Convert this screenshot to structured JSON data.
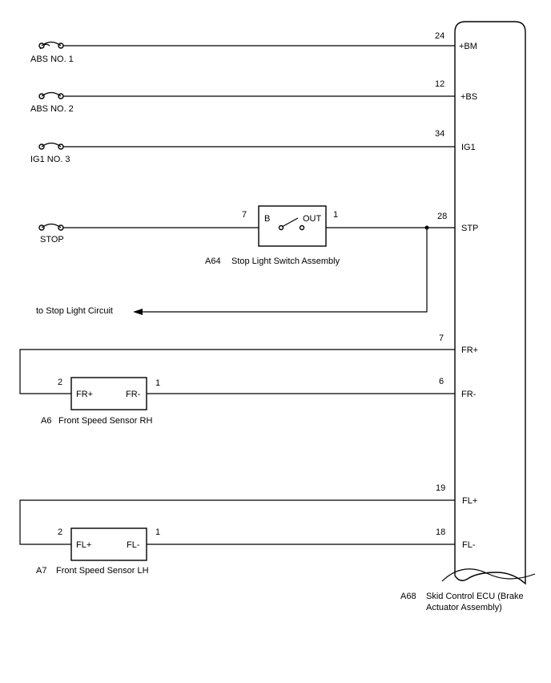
{
  "fuses": [
    {
      "label": "ABS NO. 1"
    },
    {
      "label": "ABS NO. 2"
    },
    {
      "label": "IG1 NO. 3"
    },
    {
      "label": "STOP"
    }
  ],
  "ecu": {
    "code": "A68",
    "name_line1": "Skid Control ECU (Brake",
    "name_line2": "Actuator Assembly)",
    "pins": [
      {
        "num": "24",
        "label": "+BM"
      },
      {
        "num": "12",
        "label": "+BS"
      },
      {
        "num": "34",
        "label": "IG1"
      },
      {
        "num": "28",
        "label": "STP"
      },
      {
        "num": "7",
        "label": "FR+"
      },
      {
        "num": "6",
        "label": "FR-"
      },
      {
        "num": "19",
        "label": "FL+"
      },
      {
        "num": "18",
        "label": "FL-"
      }
    ]
  },
  "stop_switch": {
    "code": "A64",
    "name": "Stop Light Switch Assembly",
    "pin_in": "7",
    "pin_out": "1",
    "term_b": "B",
    "term_out": "OUT"
  },
  "stop_light_branch": {
    "label": "to Stop Light Circuit"
  },
  "sensor_rh": {
    "code": "A6",
    "name": "Front Speed Sensor RH",
    "pin_left": "2",
    "pin_right": "1",
    "term_left": "FR+",
    "term_right": "FR-"
  },
  "sensor_lh": {
    "code": "A7",
    "name": "Front Speed Sensor LH",
    "pin_left": "2",
    "pin_right": "1",
    "term_left": "FL+",
    "term_right": "FL-"
  }
}
